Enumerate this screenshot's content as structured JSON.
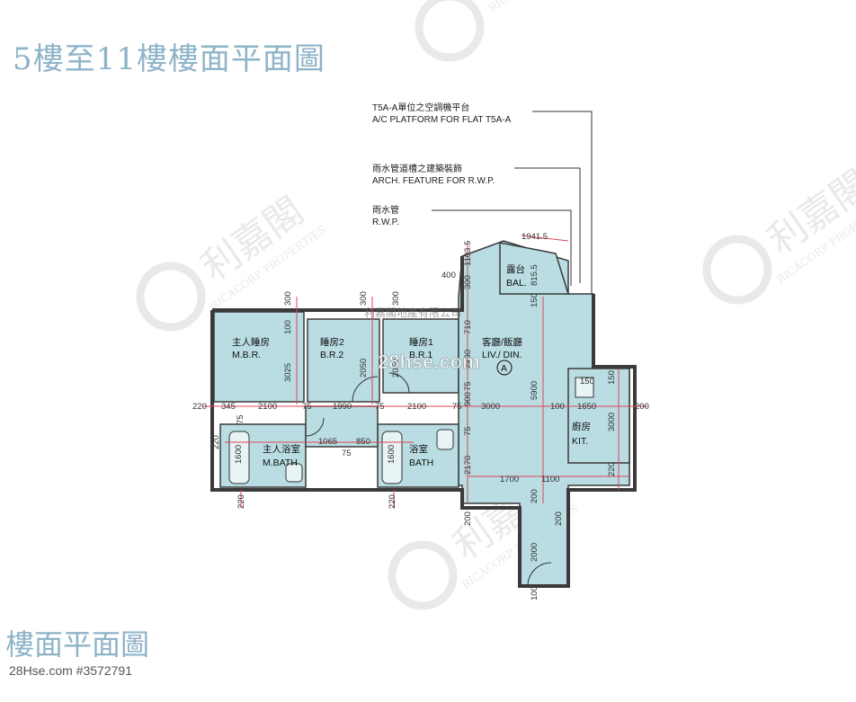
{
  "title_top": "5樓至11樓樓面平面圖",
  "title_bottom": "樓面平面圖",
  "footer_id": "28Hse.com #3572791",
  "callouts": {
    "ac_zh": "T5A-A單位之空調機平台",
    "ac_en": "A/C PLATFORM FOR FLAT T5A-A",
    "arch_zh": "雨水管道槽之建築裝飾",
    "arch_en": "ARCH. FEATURE FOR R.W.P.",
    "rwp_zh": "雨水管",
    "rwp_en": "R.W.P."
  },
  "rooms": {
    "mbr_zh": "主人睡房",
    "mbr_en": "M.B.R.",
    "br2_zh": "睡房2",
    "br2_en": "B.R.2",
    "br1_zh": "睡房1",
    "br1_en": "B.R.1",
    "liv_zh": "客廳/飯廳",
    "liv_en": "LIV./ DIN.",
    "bal_zh": "露台",
    "bal_en": "BAL.",
    "kit_zh": "廚房",
    "kit_en": "KIT.",
    "mbath_zh": "主人浴室",
    "mbath_en": "M.BATH",
    "bath_zh": "浴室",
    "bath_en": "BATH",
    "marker": "A"
  },
  "dimensions": {
    "d220a": "220",
    "d345": "345",
    "d2100a": "2100",
    "d75a": "75",
    "d1990": "1990",
    "d75b": "75",
    "d2100b": "2100",
    "d75c": "75",
    "d3000": "3000",
    "d100a": "100",
    "d1650": "1650",
    "d200a": "200",
    "d300a": "300",
    "d300b": "300",
    "d300c": "300",
    "d100b": "100",
    "d3025": "3025",
    "d2050a": "2050",
    "d2050b": "2050",
    "d1065": "1065",
    "d850": "850",
    "d1600a": "1600",
    "d1600b": "1600",
    "d220b": "220",
    "d220c": "220",
    "d220d": "220",
    "d1941": "1941.5",
    "d400": "400",
    "d1103": "1103.5",
    "d815": "815.5",
    "d710": "710",
    "d2430": "2430",
    "d5900": "5900",
    "d150a": "150",
    "d150b": "150",
    "d3000v": "3000",
    "d220e": "220",
    "d1700": "1700",
    "d1100": "1100",
    "d2170": "2170",
    "d200b": "200",
    "d200c": "200",
    "d200d": "200",
    "d2000": "2000",
    "d100c": "100",
    "d75d": "75",
    "d75e": "75",
    "d75f": "75",
    "d900": "900"
  },
  "watermark": {
    "brand_zh": "利嘉閣",
    "brand_en": "RICACORP PROPERTIES",
    "agency_line": "利嘉閣地產有限公司",
    "site": "28hse.com"
  },
  "colors": {
    "room_fill": "#b9dde2",
    "dim_line": "#e0455a",
    "wall": "#3a3a3a",
    "title": "#8fb3c9"
  }
}
